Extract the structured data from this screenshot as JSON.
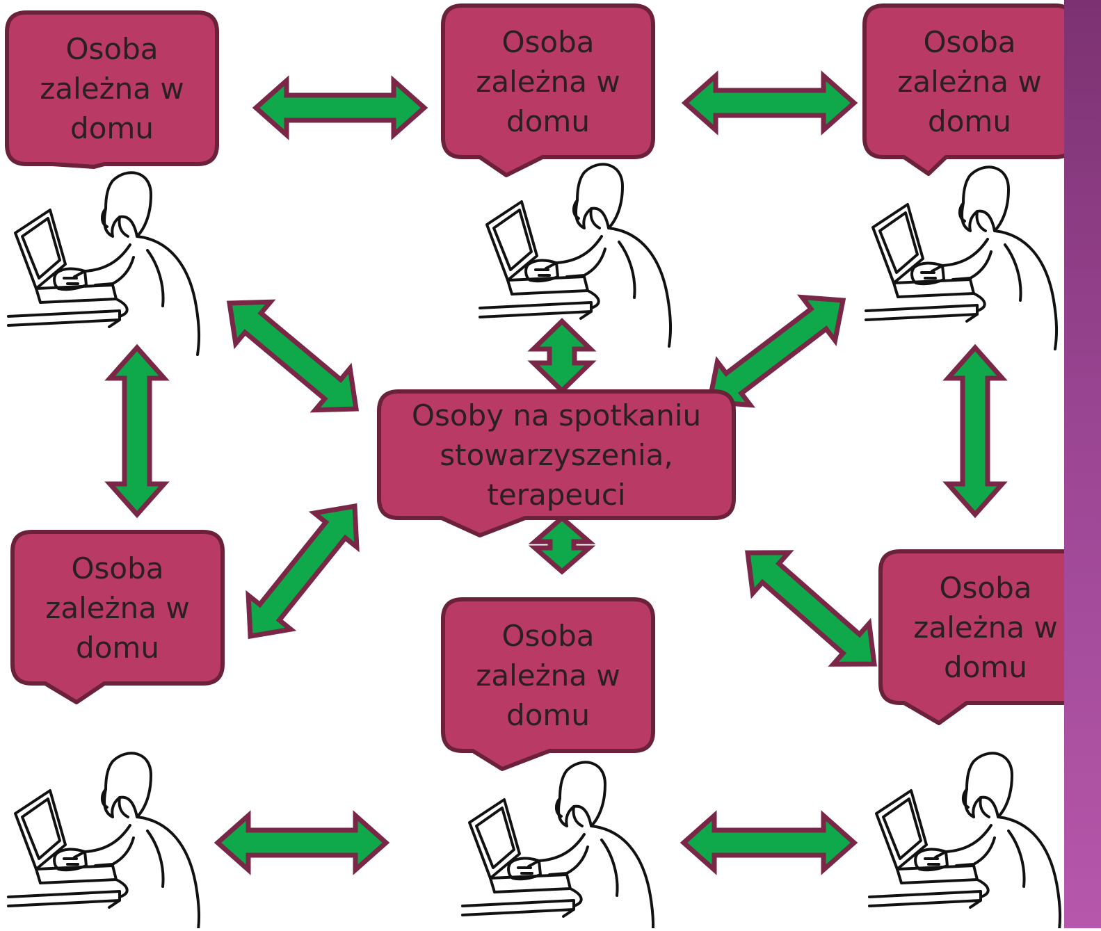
{
  "colors": {
    "bubble_fill": "#b83a65",
    "bubble_stroke": "#6b2238",
    "arrow_fill": "#0fa84a",
    "arrow_stroke": "#7a2646",
    "sidebar": "#9a4592"
  },
  "center_bubble": {
    "text": "Osoby na spotkaniu\nstowarzyszenia,\nterapeuci"
  },
  "bubbles": [
    {
      "id": "top-left",
      "text": "Osoba\nzależna w\ndomu"
    },
    {
      "id": "top-center",
      "text": "Osoba\nzależna w\ndomu"
    },
    {
      "id": "top-right",
      "text": "Osoba\nzależna w\ndomu"
    },
    {
      "id": "bottom-left",
      "text": "Osoba\nzależna w\ndomu"
    },
    {
      "id": "bottom-center",
      "text": "Osoba\nzależna w\ndomu"
    },
    {
      "id": "bottom-right",
      "text": "Osoba\nzależna w\ndomu"
    }
  ],
  "icons": [
    "person-at-laptop-icon",
    "double-arrow-icon"
  ]
}
